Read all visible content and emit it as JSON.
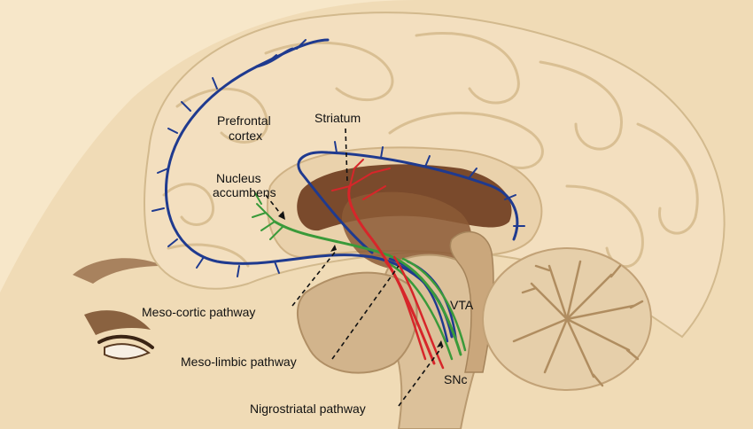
{
  "labels": {
    "prefrontal_line1": "Prefrontal",
    "prefrontal_line2": "cortex",
    "striatum": "Striatum",
    "nucleus_line1": "Nucleus",
    "nucleus_line2": "accumbens",
    "meso_cortic": "Meso-cortic pathway",
    "meso_limbic": "Meso-limbic pathway",
    "nigrostriatal": "Nigrostriatal pathway",
    "vta": "VTA",
    "snc": "SNc"
  },
  "colors": {
    "background": "#f7e7c9",
    "head_skin": "#f0dbb6",
    "brain_surface": "#f3dfbf",
    "gyrus_outline": "#d9bf93",
    "inner_tissue": "#c9a57b",
    "ventricle": "#7a4a2c",
    "cerebellum": "#e6cfaa",
    "mesocortical_pathway": "#1f3a8f",
    "mesolimbic_pathway": "#3a9a3a",
    "nigrostriatal_pathway": "#d7262a"
  }
}
